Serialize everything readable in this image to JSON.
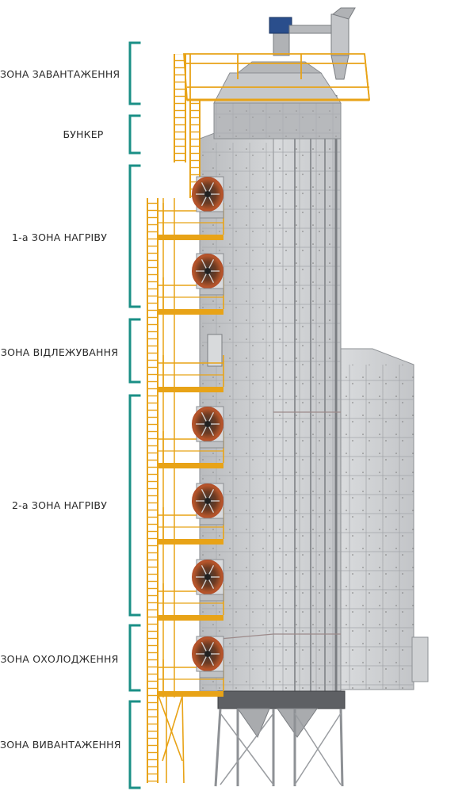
{
  "zones": [
    {
      "label": "ЗОНА ЗАВАНТАЖЕННЯ"
    },
    {
      "label": "БУНКЕР"
    },
    {
      "label": "1-а ЗОНА НАГРІВУ"
    },
    {
      "label": "ЗОНА ВІДЛЕЖУВАННЯ"
    },
    {
      "label": "2-а ЗОНА НАГРІВУ"
    },
    {
      "label": "ЗОНА ОХОЛОДЖЕННЯ"
    },
    {
      "label": "ЗОНА ВИВАНТАЖЕННЯ"
    }
  ],
  "colors": {
    "bracket": "#1a8f86",
    "ladder": "#e8a317",
    "body": "#c9cbcd",
    "fan": "#b4512a",
    "motor": "#2a4e8c"
  }
}
